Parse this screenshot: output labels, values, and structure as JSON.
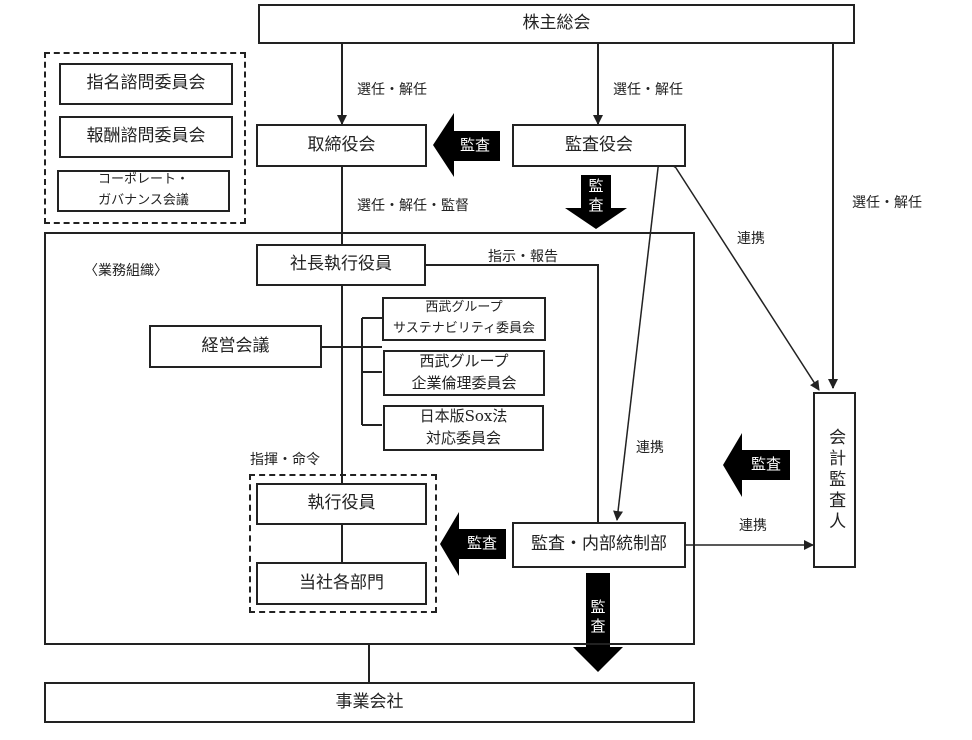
{
  "nodes": {
    "shareholders": "株主総会",
    "board": "取締役会",
    "audit_board": "監査役会",
    "president": "社長執行役員",
    "management_meeting": "経営会議",
    "sustainability_committee": [
      "西武グループ",
      "サステナビリティ委員会"
    ],
    "ethics_committee": [
      "西武グループ",
      "企業倫理委員会"
    ],
    "sox_committee": [
      "日本版Sox法",
      "対応委員会"
    ],
    "executive_officers": "執行役員",
    "departments": "当社各部門",
    "internal_audit": "監査・内部統制部",
    "accounting_auditor": "会計監査人",
    "subsidiaries": "事業会社"
  },
  "advisory": {
    "nomination": "指名諮問委員会",
    "compensation": "報酬諮問委員会",
    "governance": [
      "コーポレート・",
      "ガバナンス会議"
    ]
  },
  "labels": {
    "business_org": "〈業務組織〉",
    "elect_dismiss_board": "選任・解任",
    "elect_dismiss_audit": "選任・解任",
    "elect_dismiss_auditor": "選任・解任",
    "elect_dismiss_supervise": "選任・解任・監督",
    "instruct_report": "指示・報告",
    "command_order": "指揮・命令",
    "cooperation_audit_board_auditor": "連携",
    "cooperation_audit_board_internal": "連携",
    "cooperation_internal_auditor": "連携"
  },
  "audit_arrows": {
    "to_board": "監査",
    "to_org": [
      "監",
      "査"
    ],
    "to_executives": "監査",
    "to_internal": "監査",
    "to_subsidiaries": [
      "監",
      "査"
    ]
  }
}
